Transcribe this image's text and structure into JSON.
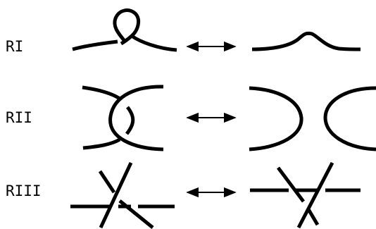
{
  "moves": [
    {
      "label": "RI"
    },
    {
      "label": "RII"
    },
    {
      "label": "RIII"
    }
  ],
  "colors": {
    "ink": "#000000",
    "background": "#ffffff"
  }
}
